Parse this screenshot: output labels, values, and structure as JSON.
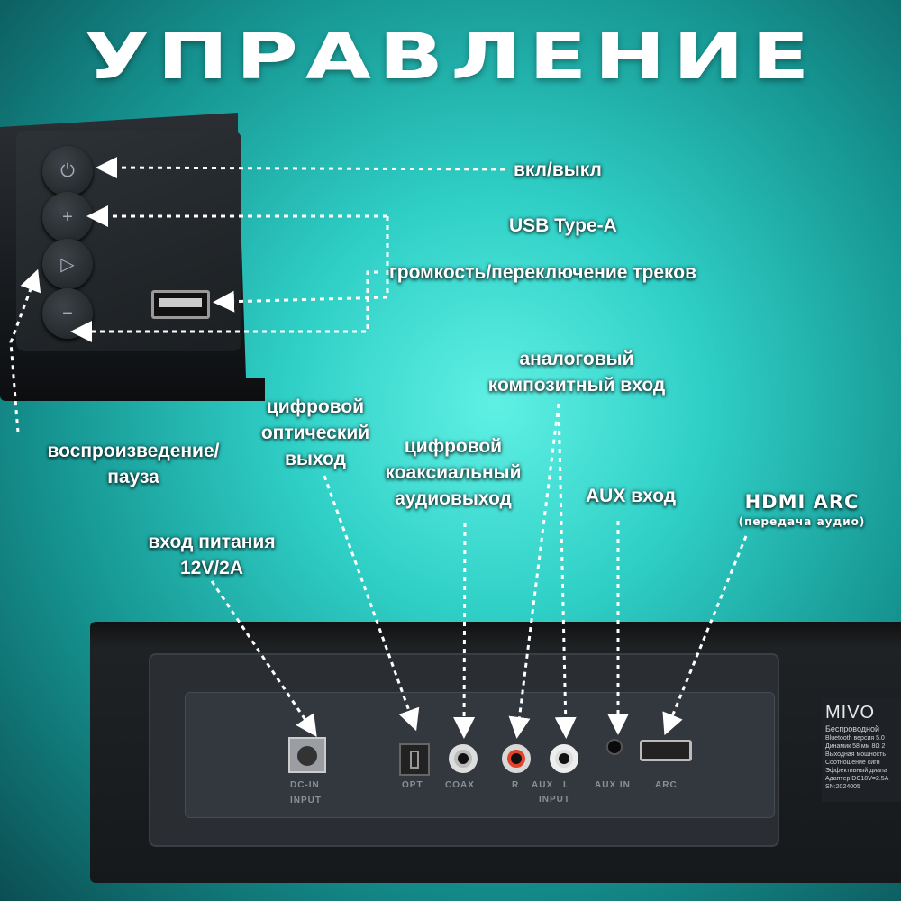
{
  "title": "УПРАВЛЕНИЕ",
  "labels": {
    "power": "вкл/выкл",
    "usb": "USB Type-A",
    "volume": "громкость/переключение треков",
    "analog_1": "аналоговый",
    "analog_2": "композитный вход",
    "optical_1": "цифровой",
    "optical_2": "оптический",
    "optical_3": "выход",
    "coax_1": "цифровой",
    "coax_2": "коаксиальный",
    "coax_3": "аудиовыход",
    "aux": "AUX вход",
    "hdmi": "HDMI ARC",
    "hdmi_sub": "(передача аудио)",
    "play_1": "воспроизведение/",
    "play_2": "пауза",
    "power_in_1": "вход питания",
    "power_in_2": "12V/2A"
  },
  "buttons": {
    "power": "⏻",
    "plus": "+",
    "play": "▷",
    "minus": "−"
  },
  "panel": {
    "dc": "DC-IN",
    "input1": "INPUT",
    "opt": "OPT",
    "coax": "COAX",
    "r": "R",
    "aux": "AUX",
    "l": "L",
    "input2": "INPUT",
    "auxin": "AUX IN",
    "arc": "ARC"
  },
  "sticker": {
    "brand": "MIVO",
    "lines": [
      "Беспроводной",
      "Bluetooth версия 5.0",
      "Динамик 58 мм 8Ω 2",
      "Выходная мощность",
      "Соотношение сигн",
      "Эффективный диапа",
      "Адаптер DC18V=2.5A",
      "SN:2024005"
    ]
  },
  "colors": {
    "accent": "#2fcfc6",
    "rca_red": "#e0442c"
  }
}
